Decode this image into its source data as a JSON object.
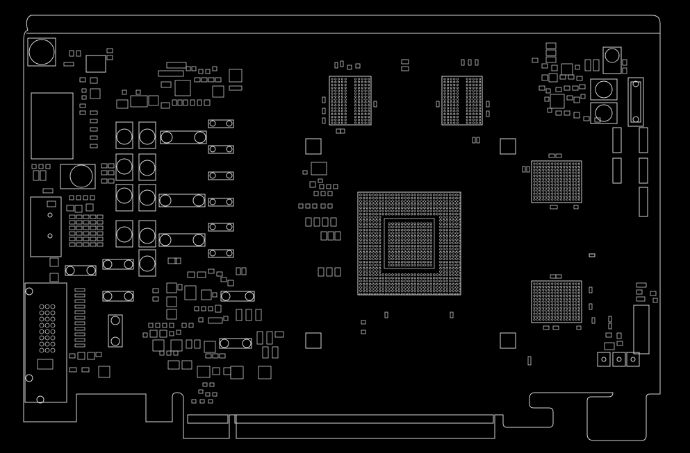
{
  "figure": {
    "kind": "pcb-silkscreen-outline",
    "text": "",
    "colors": {
      "background": "#000000",
      "outline": "#d8d8d8"
    },
    "components": {
      "gpu": "bga-chip",
      "memory_top": [
        "bga-memory",
        "bga-memory"
      ],
      "memory_right": [
        "bga-memory",
        "bga-memory"
      ],
      "display_connector": "dvi-connector",
      "edge_connector": "pci-express-edge-connector",
      "mounting_pads": 4
    }
  }
}
